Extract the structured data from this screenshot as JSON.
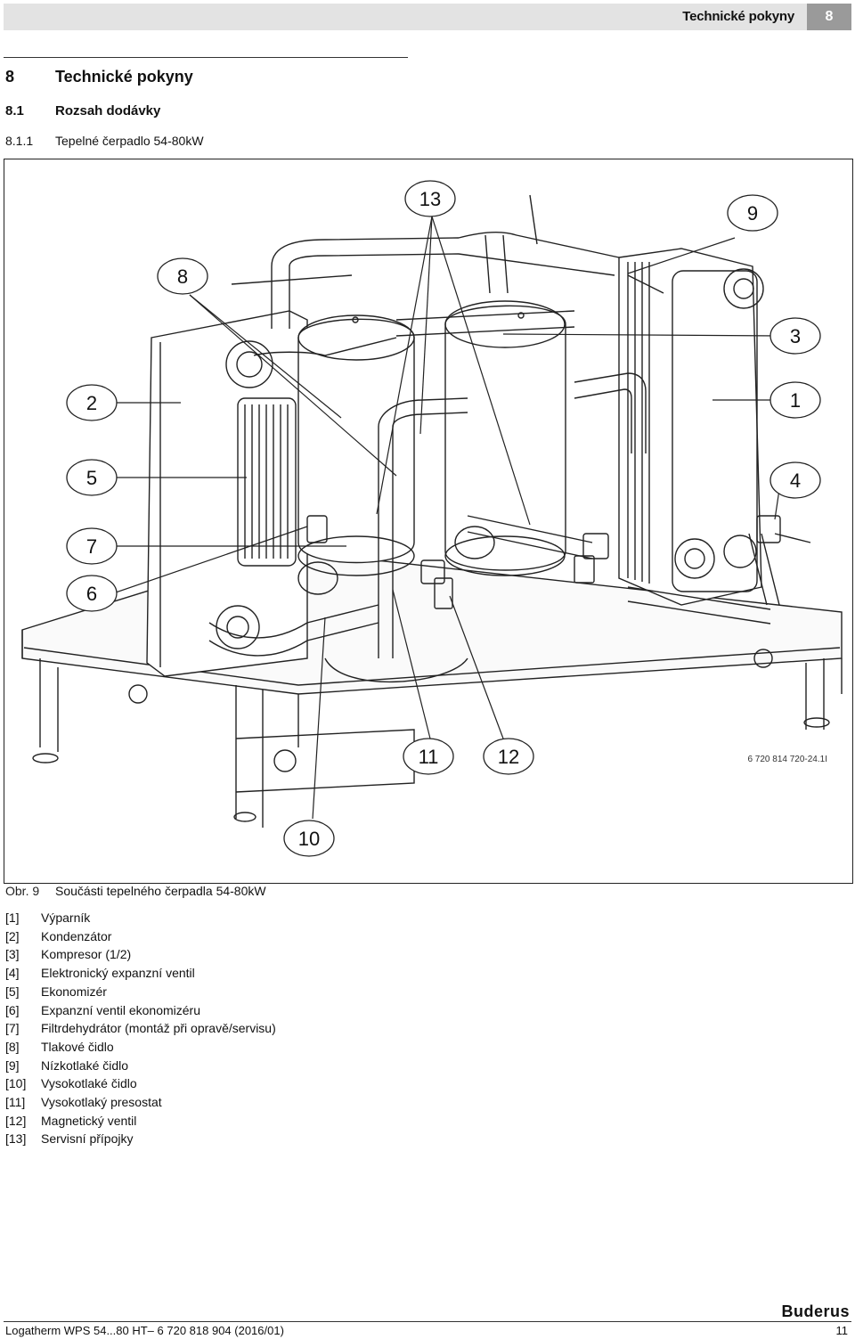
{
  "header": {
    "title": "Technické pokyny",
    "chapter": "8"
  },
  "headings": {
    "h1": {
      "num": "8",
      "text": "Technické pokyny"
    },
    "h2": {
      "num": "8.1",
      "text": "Rozsah dodávky"
    },
    "h3": {
      "num": "8.1.1",
      "text": "Tepelné čerpadlo 54-80kW"
    }
  },
  "figure": {
    "callouts": [
      "1",
      "2",
      "3",
      "4",
      "5",
      "6",
      "7",
      "8",
      "9",
      "10",
      "11",
      "12",
      "13"
    ],
    "code": "6 720 814 720-24.1I"
  },
  "caption": {
    "label": "Obr. 9",
    "text": "Součásti tepelného čerpadla 54-80kW"
  },
  "legend": [
    {
      "key": "[1]",
      "text": "Výparník"
    },
    {
      "key": "[2]",
      "text": "Kondenzátor"
    },
    {
      "key": "[3]",
      "text": "Kompresor (1/2)"
    },
    {
      "key": "[4]",
      "text": "Elektronický expanzní ventil"
    },
    {
      "key": "[5]",
      "text": "Ekonomizér"
    },
    {
      "key": "[6]",
      "text": "Expanzní ventil ekonomizéru"
    },
    {
      "key": "[7]",
      "text": "Filtrdehydrátor (montáž při opravě/servisu)"
    },
    {
      "key": "[8]",
      "text": "Tlakové čidlo"
    },
    {
      "key": "[9]",
      "text": "Nízkotlaké čidlo"
    },
    {
      "key": "[10]",
      "text": "Vysokotlaké čidlo"
    },
    {
      "key": "[11]",
      "text": "Vysokotlaký presostat"
    },
    {
      "key": "[12]",
      "text": "Magnetický ventil"
    },
    {
      "key": "[13]",
      "text": "Servisní přípojky"
    }
  ],
  "footer": {
    "logo": "Buderus",
    "doc": "Logatherm WPS 54...80 HT– 6 720 818 904 (2016/01)",
    "page": "11"
  }
}
